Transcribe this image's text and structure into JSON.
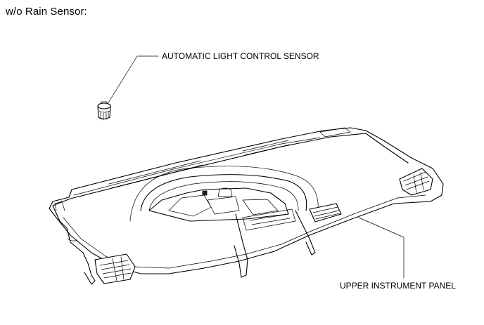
{
  "caption": "w/o Rain Sensor:",
  "callouts": {
    "sensor": "AUTOMATIC LIGHT CONTROL SENSOR",
    "panel": "UPPER INSTRUMENT PANEL"
  }
}
